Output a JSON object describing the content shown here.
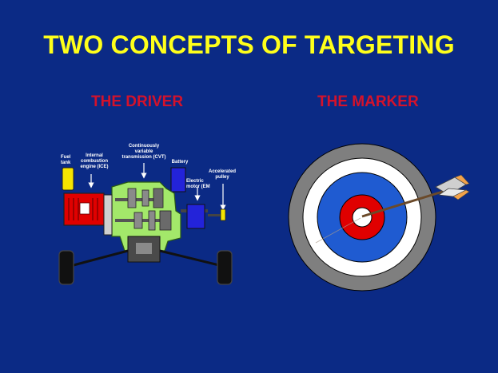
{
  "title": "TWO CONCEPTS OF TARGETING",
  "left": {
    "heading": "THE DRIVER",
    "labels": {
      "fuel_tank": "Fuel tank",
      "ice": "Internal combustion engine (ICE)",
      "cvt": "Continuously variable transmission (CVT)",
      "battery": "Battery",
      "electric_motor": "Electric motor (EM",
      "pulley": "Accelerated pulley"
    }
  },
  "right": {
    "heading": "THE MARKER"
  },
  "colors": {
    "background": "#0b2a85",
    "title": "#ffff1a",
    "heading": "#d4122b",
    "fuel_tank": "#f5e400",
    "engine": "#e00000",
    "transmission": "#a3e86a",
    "battery": "#2323d9"
  }
}
